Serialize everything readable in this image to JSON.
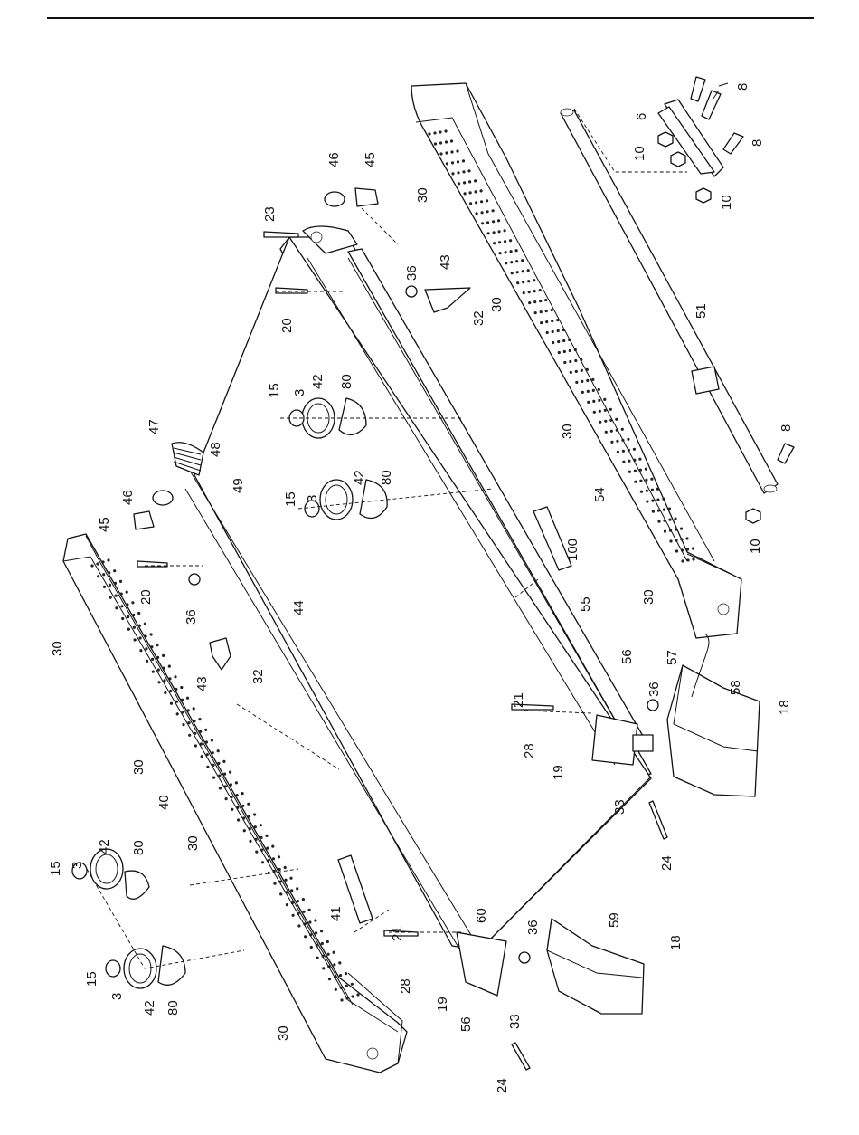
{
  "diagram": {
    "labels": [
      {
        "id": "c1",
        "text": "23"
      },
      {
        "id": "c2",
        "text": "46"
      },
      {
        "id": "c3",
        "text": "45"
      },
      {
        "id": "c4",
        "text": "20"
      },
      {
        "id": "c5",
        "text": "36"
      },
      {
        "id": "c6",
        "text": "43"
      },
      {
        "id": "c7",
        "text": "32"
      },
      {
        "id": "c8",
        "text": "15"
      },
      {
        "id": "c9",
        "text": "3"
      },
      {
        "id": "c10",
        "text": "42"
      },
      {
        "id": "c11",
        "text": "80"
      },
      {
        "id": "c12",
        "text": "47"
      },
      {
        "id": "c13",
        "text": "48"
      },
      {
        "id": "c14",
        "text": "49"
      },
      {
        "id": "c15",
        "text": "15"
      },
      {
        "id": "c16",
        "text": "3"
      },
      {
        "id": "c17",
        "text": "42"
      },
      {
        "id": "c18",
        "text": "80"
      },
      {
        "id": "c19",
        "text": "46"
      },
      {
        "id": "c20",
        "text": "45"
      },
      {
        "id": "c21",
        "text": "20"
      },
      {
        "id": "c22",
        "text": "36"
      },
      {
        "id": "c23",
        "text": "44"
      },
      {
        "id": "c24",
        "text": "43"
      },
      {
        "id": "c25",
        "text": "32"
      },
      {
        "id": "c26",
        "text": "30"
      },
      {
        "id": "c27",
        "text": "30"
      },
      {
        "id": "c28",
        "text": "40"
      },
      {
        "id": "c29",
        "text": "15"
      },
      {
        "id": "c30",
        "text": "3"
      },
      {
        "id": "c31",
        "text": "42"
      },
      {
        "id": "c32",
        "text": "80"
      },
      {
        "id": "c33",
        "text": "30"
      },
      {
        "id": "c34",
        "text": "15"
      },
      {
        "id": "c35",
        "text": "3"
      },
      {
        "id": "c36",
        "text": "42"
      },
      {
        "id": "c37",
        "text": "80"
      },
      {
        "id": "c38",
        "text": "41"
      },
      {
        "id": "c39",
        "text": "30"
      },
      {
        "id": "c40",
        "text": "21"
      },
      {
        "id": "c41",
        "text": "60"
      },
      {
        "id": "c42",
        "text": "36"
      },
      {
        "id": "c43",
        "text": "28"
      },
      {
        "id": "c44",
        "text": "19"
      },
      {
        "id": "c45",
        "text": "56"
      },
      {
        "id": "c46",
        "text": "33"
      },
      {
        "id": "c47",
        "text": "24"
      },
      {
        "id": "c48",
        "text": "59"
      },
      {
        "id": "c49",
        "text": "18"
      },
      {
        "id": "c50",
        "text": "30"
      },
      {
        "id": "c51",
        "text": "30"
      },
      {
        "id": "c52",
        "text": "30"
      },
      {
        "id": "c53",
        "text": "54"
      },
      {
        "id": "c54",
        "text": "30"
      },
      {
        "id": "c55",
        "text": "100"
      },
      {
        "id": "c56",
        "text": "55"
      },
      {
        "id": "c57",
        "text": "56"
      },
      {
        "id": "c58",
        "text": "21"
      },
      {
        "id": "c59",
        "text": "36"
      },
      {
        "id": "c60",
        "text": "57"
      },
      {
        "id": "c61",
        "text": "58"
      },
      {
        "id": "c62",
        "text": "18"
      },
      {
        "id": "c63",
        "text": "28"
      },
      {
        "id": "c64",
        "text": "19"
      },
      {
        "id": "c65",
        "text": "33"
      },
      {
        "id": "c66",
        "text": "24"
      },
      {
        "id": "c67",
        "text": "8"
      },
      {
        "id": "c68",
        "text": "6"
      },
      {
        "id": "c69",
        "text": "10"
      },
      {
        "id": "c70",
        "text": "8"
      },
      {
        "id": "c71",
        "text": "10"
      },
      {
        "id": "c72",
        "text": "51"
      },
      {
        "id": "c73",
        "text": "8"
      },
      {
        "id": "c74",
        "text": "10"
      }
    ]
  }
}
